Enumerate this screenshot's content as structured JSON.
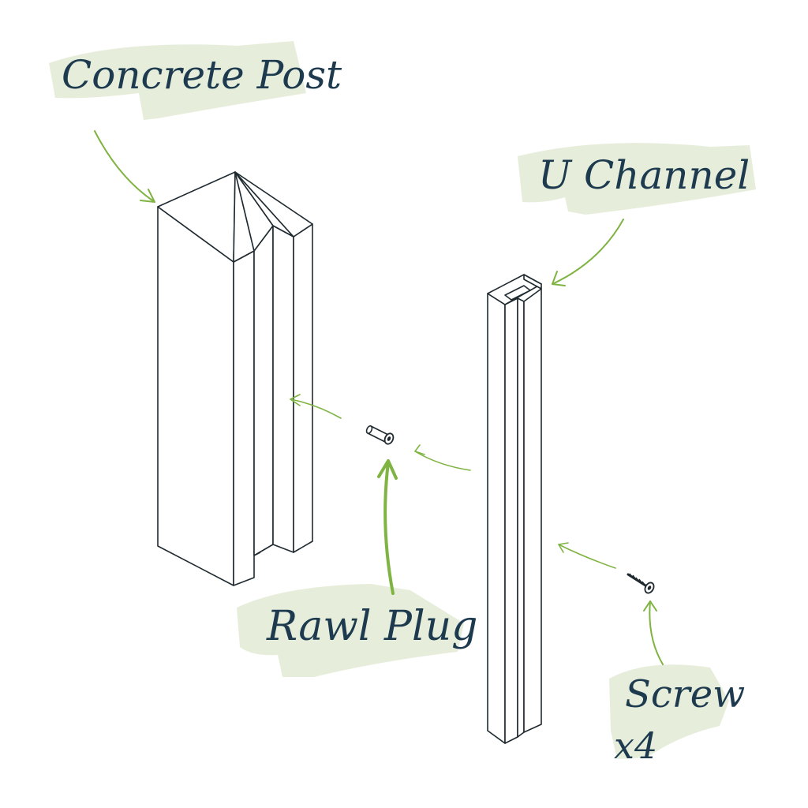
{
  "labels": {
    "concrete_post": "Concrete Post",
    "u_channel": "U Channel",
    "rawl_plug": "Rawl Plug",
    "screw": "Screw",
    "screw_qty": "x4"
  },
  "colors": {
    "highlight": "#e6eedb",
    "arrow": "#7fb342",
    "text": "#1d3a4f",
    "line": "#1f2a30"
  }
}
